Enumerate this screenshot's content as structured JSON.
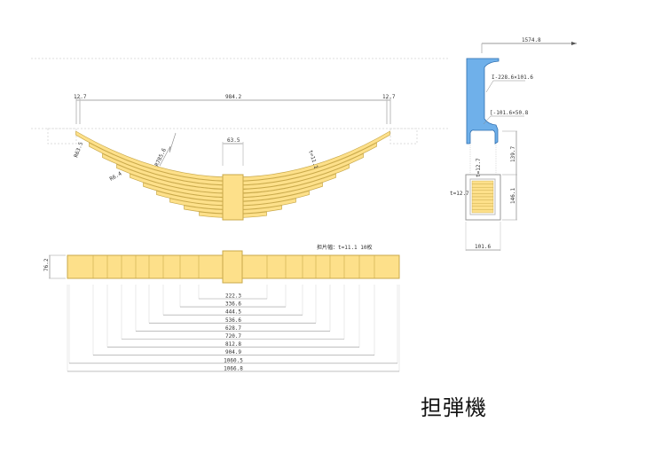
{
  "title": "担弾機",
  "side_view": {
    "span": "984.2",
    "eye_left": "12.7",
    "eye_right": "12.7",
    "center_clamp": "63.5",
    "eye_radius": "R63.5",
    "arc_radius": "R785.6",
    "leaf_end_radius": "R6.4",
    "thickness": "t=11.1",
    "leaf_count": 10
  },
  "plan_view": {
    "width": "76.2",
    "note": "担片幅：t=11.1 10枚",
    "lengths": [
      "222.3",
      "336.6",
      "444.5",
      "536.6",
      "628.7",
      "720.7",
      "812.8",
      "904.9",
      "1060.5",
      "1066.8"
    ]
  },
  "section_view": {
    "offset": "1574.8",
    "beam": "I-228.6×101.6",
    "flange": "[-101.6×50.8",
    "height_upper": "139.7",
    "height_lower": "146.1",
    "plate_top": "t=12.7",
    "plate_side": "t=12.7",
    "width": "101.6"
  },
  "colors": {
    "leaf": "#fde08a",
    "leaf_edge": "#c9a94a",
    "beam": "#6fb0ea",
    "beam_edge": "#2f6fb0"
  }
}
